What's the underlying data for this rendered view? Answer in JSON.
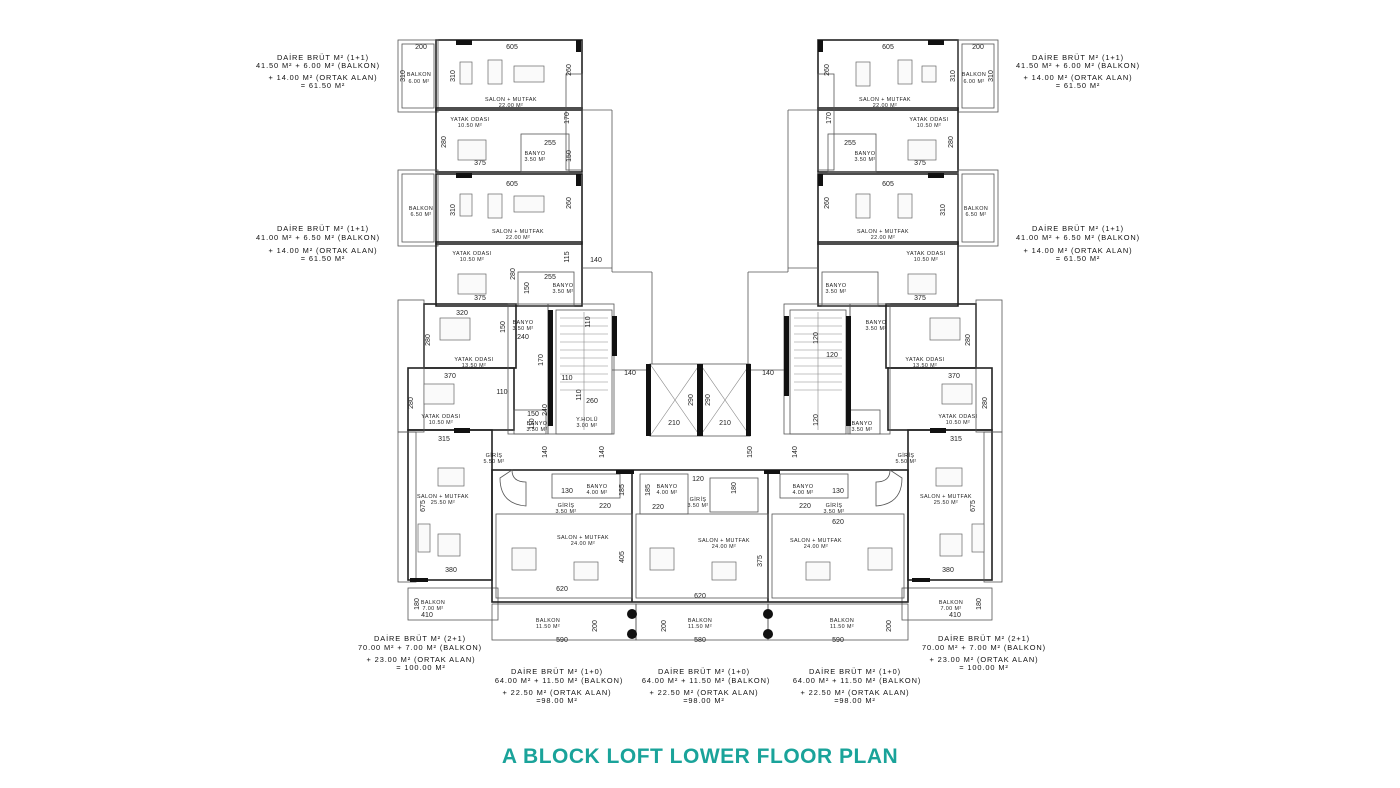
{
  "caption": "A BLOCK LOFT LOWER FLOOR PLAN",
  "colors": {
    "caption": "#1aa39a",
    "ink": "#111111",
    "background": "#ffffff"
  },
  "unit_info": {
    "l1": [
      "DAİRE BRÜT M² (1+1)",
      "41.50 M² + 6.00 M² (BALKON)",
      "+ 14.00 M² (ORTAK ALAN)",
      "= 61.50 M²"
    ],
    "r1": [
      "DAİRE BRÜT M² (1+1)",
      "41.50 M² + 6.00 M² (BALKON)",
      "+ 14.00 M² (ORTAK ALAN)",
      "= 61.50 M²"
    ],
    "l2": [
      "DAİRE BRÜT M² (1+1)",
      "41.00 M² + 6.50 M² (BALKON)",
      "+ 14.00 M² (ORTAK ALAN)",
      "= 61.50 M²"
    ],
    "r2": [
      "DAİRE BRÜT M² (1+1)",
      "41.00 M² + 6.50 M² (BALKON)",
      "+ 14.00 M² (ORTAK ALAN)",
      "= 61.50 M²"
    ],
    "bl": [
      "DAİRE BRÜT M² (2+1)",
      "70.00 M² + 7.00 M² (BALKON)",
      "+ 23.00 M² (ORTAK ALAN)",
      "= 100.00 M²"
    ],
    "br": [
      "DAİRE BRÜT M² (2+1)",
      "70.00 M² + 7.00 M² (BALKON)",
      "+ 23.00 M² (ORTAK ALAN)",
      "= 100.00 M²"
    ],
    "b1": [
      "DAİRE BRÜT M² (1+0)",
      "64.00 M² + 11.50 M² (BALKON)",
      "+ 22.50 M² (ORTAK ALAN)",
      "=98.00 M²"
    ],
    "b2": [
      "DAİRE BRÜT M² (1+0)",
      "64.00 M² + 11.50 M² (BALKON)",
      "+ 22.50 M² (ORTAK ALAN)",
      "=98.00 M²"
    ],
    "b3": [
      "DAİRE BRÜT M² (1+0)",
      "64.00 M² + 11.50 M² (BALKON)",
      "+ 22.50 M² (ORTAK ALAN)",
      "=98.00 M²"
    ]
  },
  "rooms": {
    "balkon_6_00": [
      "BALKON",
      "6.00 M²"
    ],
    "balkon_6_50": [
      "BALKON",
      "6.50 M²"
    ],
    "balkon_7_00": [
      "BALKON",
      "7.00 M²"
    ],
    "balkon_11_50": [
      "BALKON",
      "11.50 M²"
    ],
    "salon_22": [
      "SALON + MUTFAK",
      "22.00 M²"
    ],
    "salon_24": [
      "SALON + MUTFAK",
      "24.00 M²"
    ],
    "salon_25_50": [
      "SALON + MUTFAK",
      "25.50 M²"
    ],
    "yatak_10_50": [
      "YATAK ODASI",
      "10.50 M²"
    ],
    "yatak_13_50": [
      "YATAK ODASI",
      "13.50 M²"
    ],
    "banyo_3_50": [
      "BANYO",
      "3.50 M²"
    ],
    "banyo_4_00": [
      "BANYO",
      "4.00 M²"
    ],
    "giris_3_50": [
      "GİRİŞ",
      "3.50 M²"
    ],
    "giris_5_50": [
      "GİRİŞ",
      "5.50 M²"
    ],
    "holu": [
      "Y.HOLÜ",
      "3.00 M²"
    ]
  },
  "dims": {
    "d605": "605",
    "d200": "200",
    "d310": "310",
    "d260": "260",
    "d170": "170",
    "d150": "150",
    "d255": "255",
    "d375": "375",
    "d280": "280",
    "d140": "140",
    "d115": "115",
    "d110": "110",
    "d120": "120",
    "d320": "320",
    "d240": "240",
    "d370": "370",
    "d315": "315",
    "d210": "210",
    "d290": "290",
    "d130": "130",
    "d185": "185",
    "d220": "220",
    "d405": "405",
    "d620": "620",
    "d675": "675",
    "d380": "380",
    "d180": "180",
    "d410": "410",
    "d590": "590",
    "d580": "580"
  }
}
